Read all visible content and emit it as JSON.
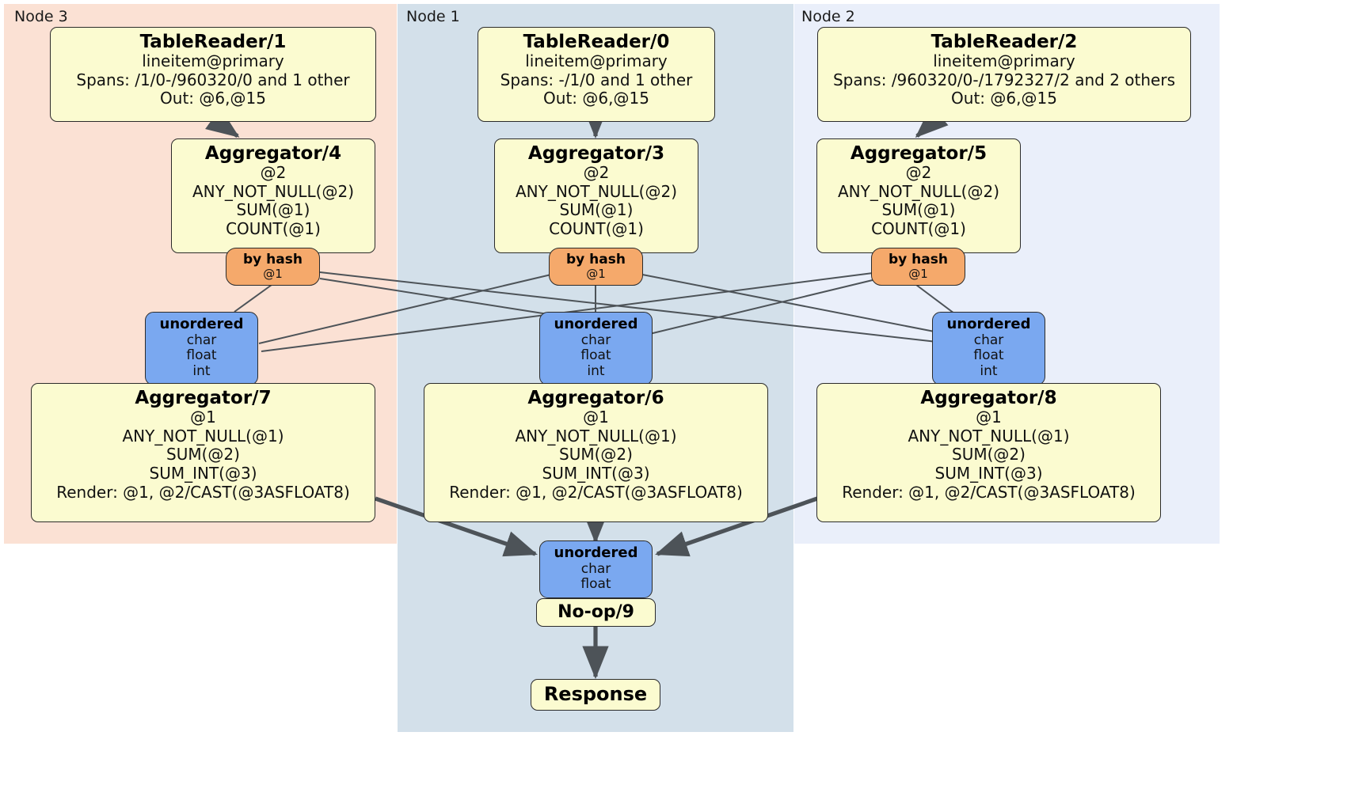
{
  "diagram": {
    "type": "distributed-query-plan",
    "panels": [
      {
        "id": "node3",
        "label": "Node 3",
        "color": "#fbe1d4"
      },
      {
        "id": "node1",
        "label": "Node 1",
        "color": "#d3e0ea"
      },
      {
        "id": "node2",
        "label": "Node 2",
        "color": "#eaeffa"
      }
    ],
    "colors": {
      "processor_fill": "#fbfbd0",
      "router_fill": "#f5a96b",
      "stream_fill": "#7aa8f0",
      "node3_bg": "#fbe1d4",
      "node1_bg": "#d3e0ea",
      "node2_bg": "#eaeffa",
      "edge": "#4d5358",
      "border": "#2b2b2b"
    }
  },
  "nodes": {
    "tablereader1": {
      "title": "TableReader/1",
      "lines": [
        "lineitem@primary",
        "Spans: /1/0-/960320/0 and 1 other",
        "Out: @6,@15"
      ]
    },
    "tablereader0": {
      "title": "TableReader/0",
      "lines": [
        "lineitem@primary",
        "Spans: -/1/0 and 1 other",
        "Out: @6,@15"
      ]
    },
    "tablereader2": {
      "title": "TableReader/2",
      "lines": [
        "lineitem@primary",
        "Spans: /960320/0-/1792327/2 and 2 others",
        "Out: @6,@15"
      ]
    },
    "aggregator4": {
      "title": "Aggregator/4",
      "lines": [
        "@2",
        "ANY_NOT_NULL(@2)",
        "SUM(@1)",
        "COUNT(@1)"
      ]
    },
    "aggregator3": {
      "title": "Aggregator/3",
      "lines": [
        "@2",
        "ANY_NOT_NULL(@2)",
        "SUM(@1)",
        "COUNT(@1)"
      ]
    },
    "aggregator5": {
      "title": "Aggregator/5",
      "lines": [
        "@2",
        "ANY_NOT_NULL(@2)",
        "SUM(@1)",
        "COUNT(@1)"
      ]
    },
    "byhash_left": {
      "title": "by hash",
      "lines": [
        "@1"
      ]
    },
    "byhash_mid": {
      "title": "by hash",
      "lines": [
        "@1"
      ]
    },
    "byhash_right": {
      "title": "by hash",
      "lines": [
        "@1"
      ]
    },
    "unordered_left": {
      "title": "unordered",
      "lines": [
        "char",
        "float",
        "int"
      ]
    },
    "unordered_mid": {
      "title": "unordered",
      "lines": [
        "char",
        "float",
        "int"
      ]
    },
    "unordered_right": {
      "title": "unordered",
      "lines": [
        "char",
        "float",
        "int"
      ]
    },
    "aggregator7": {
      "title": "Aggregator/7",
      "lines": [
        "@1",
        "ANY_NOT_NULL(@1)",
        "SUM(@2)",
        "SUM_INT(@3)",
        "Render: @1, @2/CAST(@3ASFLOAT8)"
      ]
    },
    "aggregator6": {
      "title": "Aggregator/6",
      "lines": [
        "@1",
        "ANY_NOT_NULL(@1)",
        "SUM(@2)",
        "SUM_INT(@3)",
        "Render: @1, @2/CAST(@3ASFLOAT8)"
      ]
    },
    "aggregator8": {
      "title": "Aggregator/8",
      "lines": [
        "@1",
        "ANY_NOT_NULL(@1)",
        "SUM(@2)",
        "SUM_INT(@3)",
        "Render: @1, @2/CAST(@3ASFLOAT8)"
      ]
    },
    "unordered_final": {
      "title": "unordered",
      "lines": [
        "char",
        "float"
      ]
    },
    "noop9": {
      "title": "No-op/9",
      "lines": []
    },
    "response": {
      "title": "Response",
      "lines": []
    }
  }
}
